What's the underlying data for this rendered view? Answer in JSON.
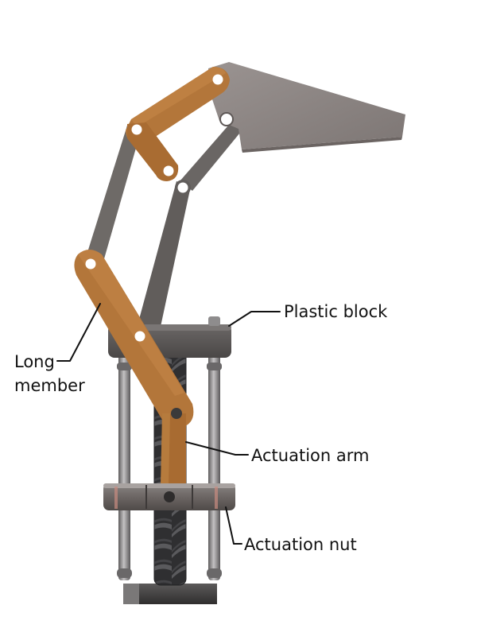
{
  "labels": {
    "plastic_block": "Plastic block",
    "long_member_line1": "Long",
    "long_member_line2": "member",
    "actuation_arm": "Actuation arm",
    "actuation_nut": "Actuation nut"
  },
  "colors": {
    "wood": "#b3763a",
    "wood_dark": "#8a5424",
    "metal_link": "#6e6a67",
    "metal_link_dark": "#55524f",
    "gripper": "#8f8886",
    "block": "#5b5756",
    "rod": "#8d8b8c",
    "screw": "#3d3d3f",
    "text": "#111111"
  }
}
